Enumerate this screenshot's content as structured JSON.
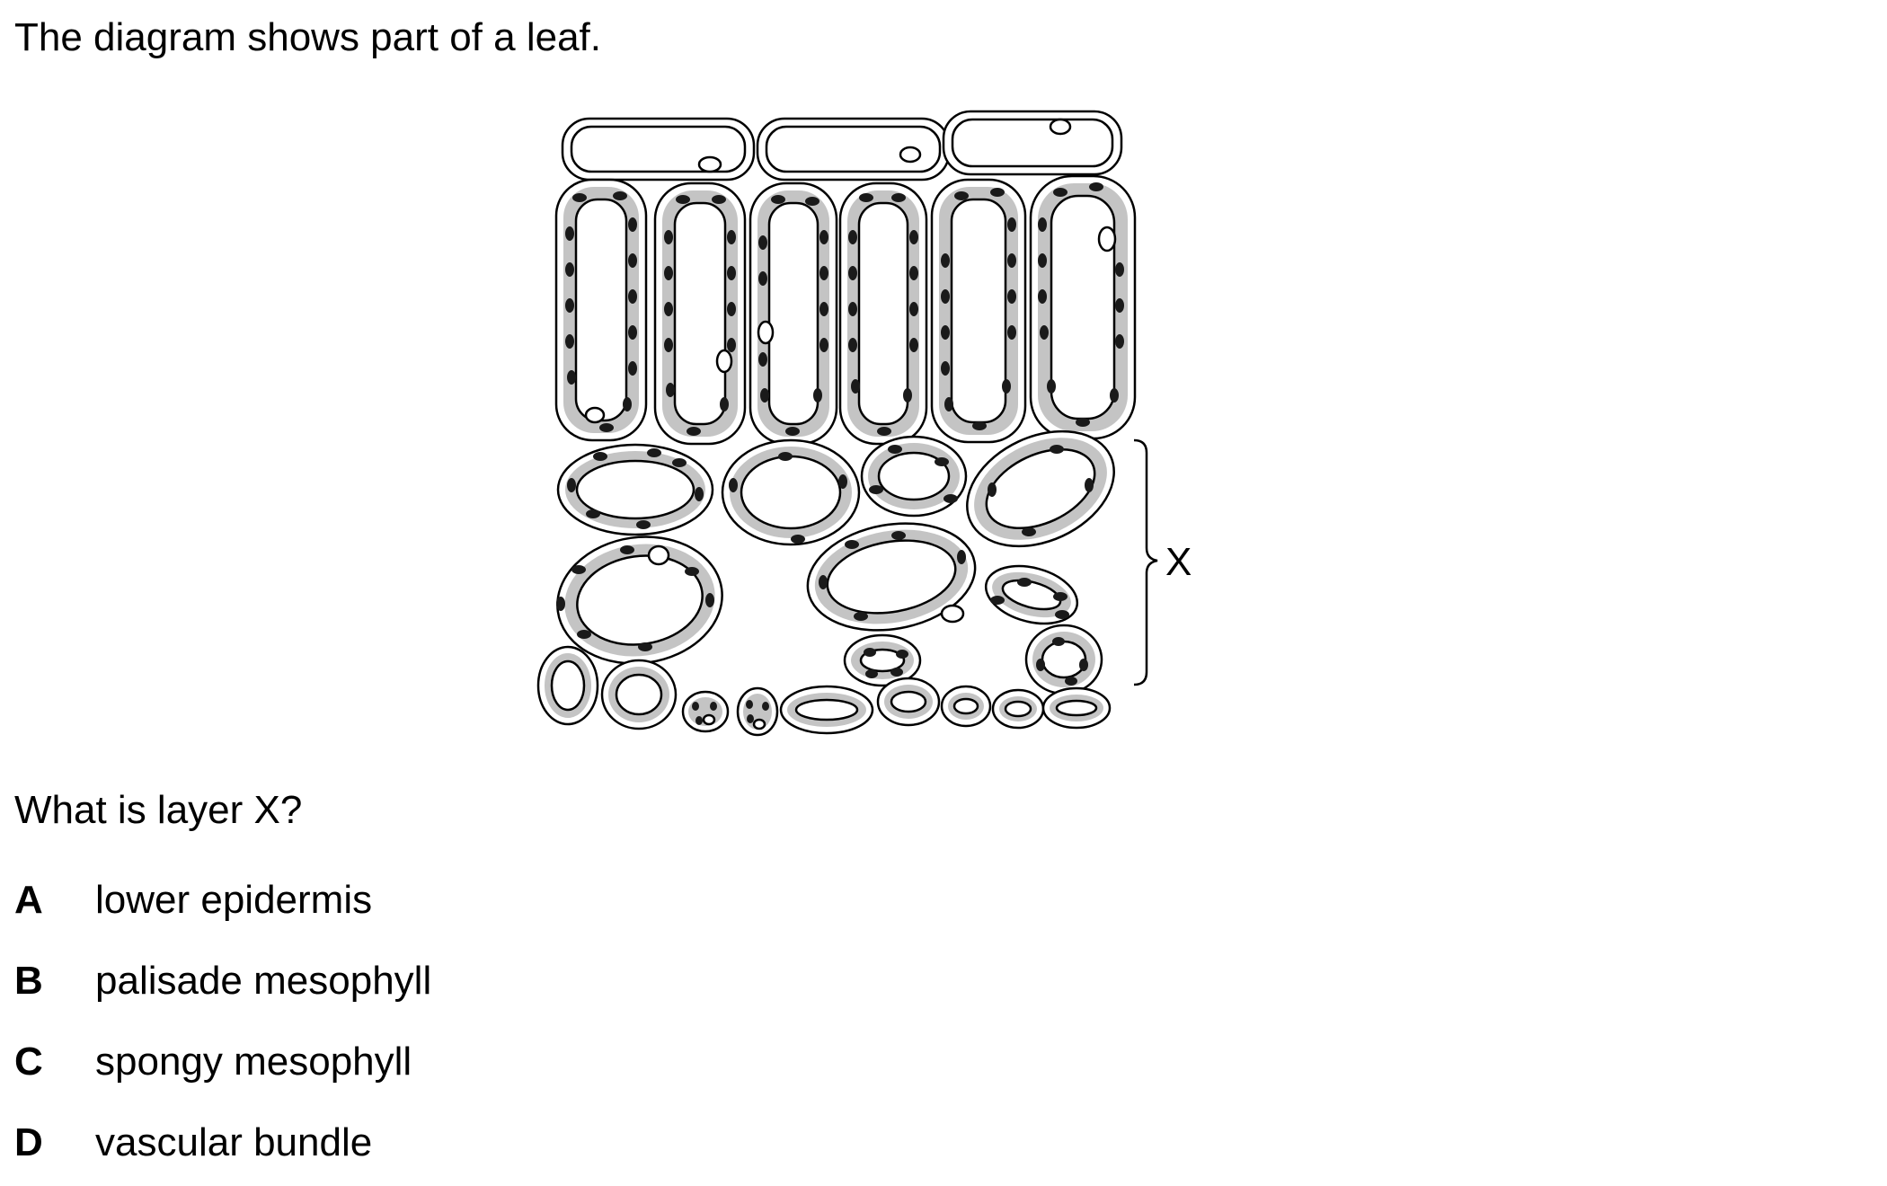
{
  "question": {
    "intro": "The diagram shows part of a leaf.",
    "prompt": "What is layer X?"
  },
  "diagram": {
    "layer_label": "X"
  },
  "options": [
    {
      "letter": "A",
      "text": "lower epidermis"
    },
    {
      "letter": "B",
      "text": "palisade mesophyll"
    },
    {
      "letter": "C",
      "text": "spongy mesophyll"
    },
    {
      "letter": "D",
      "text": "vascular bundle"
    }
  ]
}
